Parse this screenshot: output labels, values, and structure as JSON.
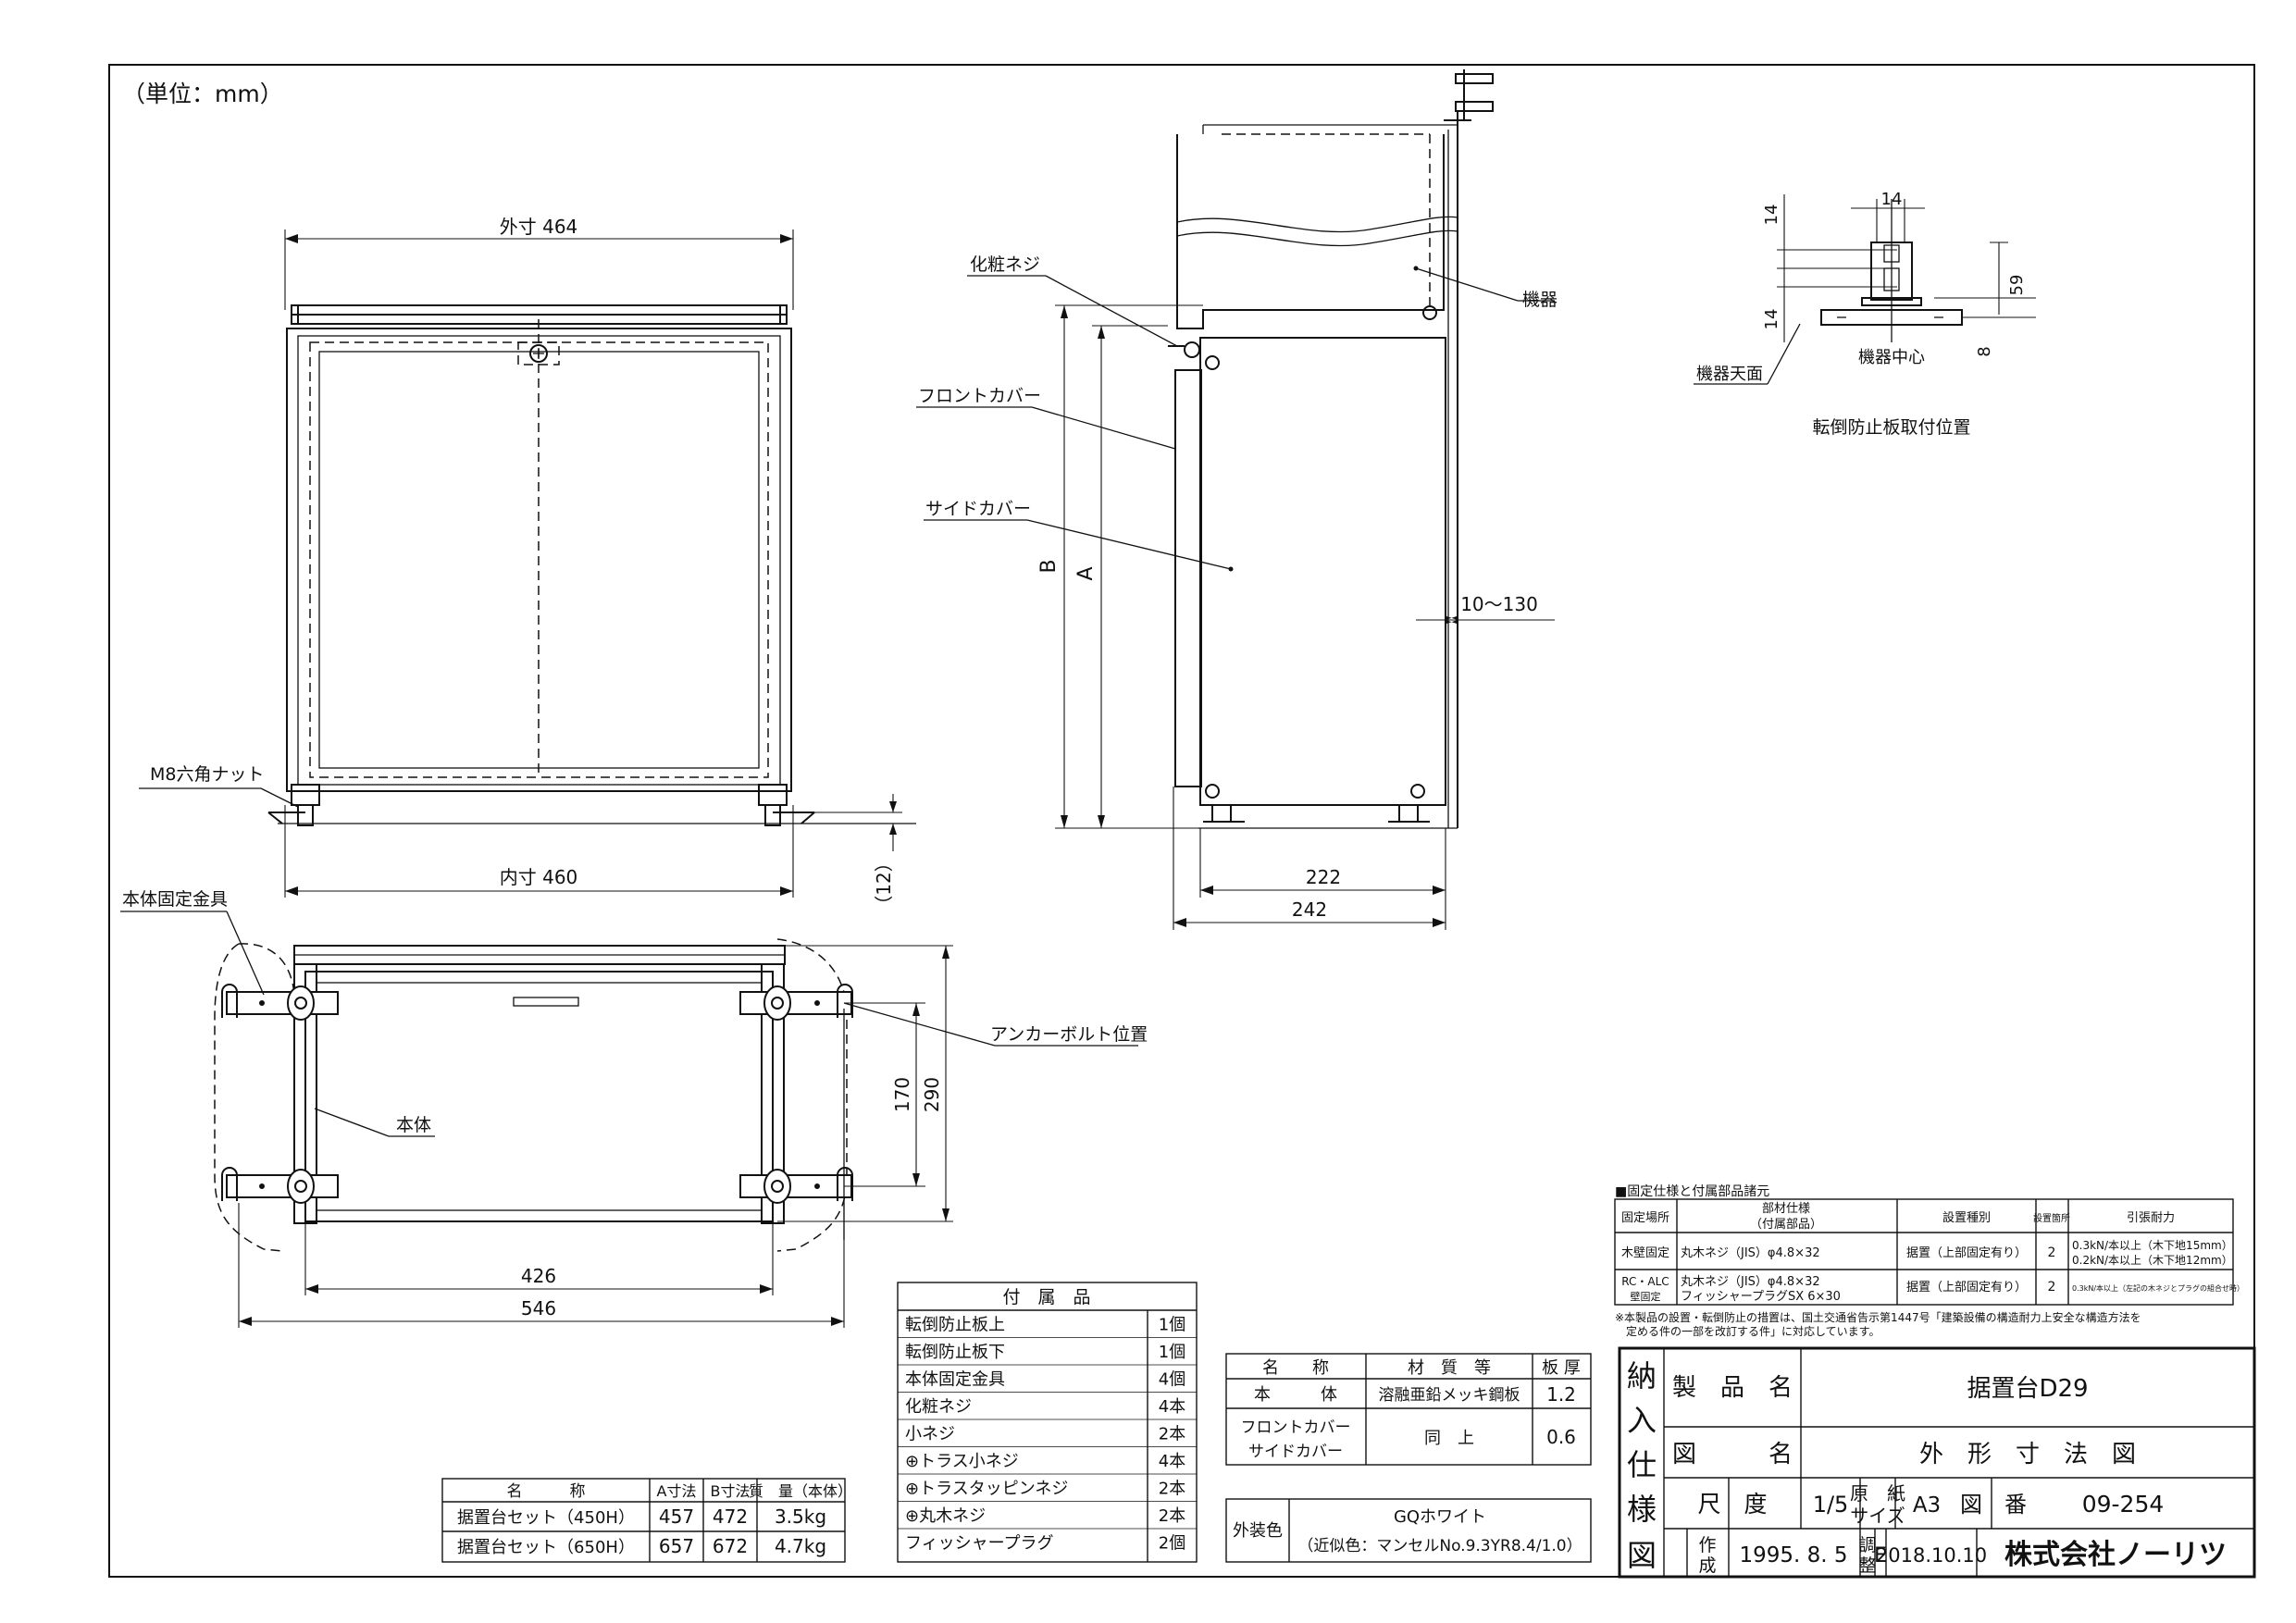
{
  "unit_note": "（単位：mm）",
  "front_view": {
    "outer_dim": "外寸 464",
    "inner_dim": "内寸 460",
    "nut_label": "M8六角ナット",
    "dim_12": "（12）"
  },
  "side_view": {
    "screw_label": "化粧ネジ",
    "device_label": "機器",
    "front_cover_label": "フロントカバー",
    "side_cover_label": "サイドカバー",
    "dim_B": "B",
    "dim_A": "A",
    "dim_gap": "10～130",
    "dim_222": "222",
    "dim_242": "242"
  },
  "top_view": {
    "bracket_label": "本体固定金具",
    "anchor_label": "アンカーボルト位置",
    "body_label": "本体",
    "dim_170": "170",
    "dim_290": "290",
    "dim_426": "426",
    "dim_546": "546"
  },
  "detail": {
    "dim_14_top": "14",
    "dim_14_left": "14",
    "dim_14_bottom": "14",
    "dim_59": "59",
    "dim_8": "8",
    "center_label": "機器中心",
    "top_surface_label": "機器天面",
    "caption": "転倒防止板取付位置"
  },
  "fixing_table": {
    "title": "■固定仕様と付属部品諸元",
    "headers": [
      "固定場所",
      "部材仕様",
      "（付属部品）",
      "設置種別",
      "設置箇所",
      "引張耐力"
    ],
    "rows": [
      {
        "place": "木壁固定",
        "spec": "丸木ネジ（JIS）φ4.8×32",
        "spec2": "",
        "type": "据置（上部固定有り）",
        "count": "2",
        "strength": "0.3kN/本以上（木下地15mm）",
        "strength2": "0.2kN/本以上（木下地12mm）"
      },
      {
        "place": "RC・ALC",
        "place2": "壁固定",
        "spec": "丸木ネジ（JIS）φ4.8×32",
        "spec2": "フィッシャープラグSX 6×30",
        "type": "据置（上部固定有り）",
        "count": "2",
        "strength": "0.3kN/本以上（左記の木ネジとプラグの組合せ時）",
        "strength2": ""
      }
    ],
    "note1": "※本製品の設置・転倒防止の措置は、国土交通省告示第1447号「建築設備の構造耐力上安全な構造方法を",
    "note2": "　定める件の一部を改訂する件」に対応しています。"
  },
  "accessories": {
    "title": "付　属　品",
    "items": [
      {
        "name": "転倒防止板上",
        "qty": "1個"
      },
      {
        "name": "転倒防止板下",
        "qty": "1個"
      },
      {
        "name": "本体固定金具",
        "qty": "4個"
      },
      {
        "name": "化粧ネジ",
        "qty": "4本"
      },
      {
        "name": "小ネジ",
        "qty": "2本"
      },
      {
        "name": "⊕トラス小ネジ",
        "qty": "4本"
      },
      {
        "name": "⊕トラスタッピンネジ",
        "qty": "2本"
      },
      {
        "name": "⊕丸木ネジ",
        "qty": "2本"
      },
      {
        "name": "フィッシャープラグ",
        "qty": "2個"
      }
    ]
  },
  "sets_table": {
    "headers": [
      "名　　　称",
      "A寸法",
      "B寸法",
      "質　量（本体）"
    ],
    "rows": [
      [
        "据置台セット（450H）",
        "457",
        "472",
        "3.5kg"
      ],
      [
        "据置台セット（650H）",
        "657",
        "672",
        "4.7kg"
      ]
    ]
  },
  "material_table": {
    "headers": [
      "名　　称",
      "材　質　等",
      "板 厚"
    ],
    "row1": {
      "name": "本　　　体",
      "material": "溶融亜鉛メッキ鋼板",
      "thickness": "1.2"
    },
    "row2": {
      "name": "フロントカバー",
      "name2": "サイドカバー",
      "material": "同　上",
      "thickness": "0.6"
    },
    "color_label": "外装色",
    "color_value": "GQホワイト",
    "color_note": "（近似色：マンセルNo.9.3YR8.4/1.0）"
  },
  "title_block": {
    "side_chars": [
      "納",
      "入",
      "仕",
      "様",
      "図"
    ],
    "product_label": "製　品　名",
    "product_name": "据置台D29",
    "drawing_label": "図　　　名",
    "drawing_name": "外　形　寸　法　図",
    "scale_label": "尺　度",
    "scale": "1/5",
    "paper_label1": "原　紙",
    "paper_label2": "サイズ",
    "paper_size": "A3",
    "number_label": "図　番",
    "number": "09-254",
    "created_label1": "作",
    "created_label2": "成",
    "created_date": "1995. 8. 5",
    "revised_label1": "調",
    "revised_label2": "整",
    "revision": "E",
    "revised_date": "2018.10.10",
    "company": "株式会社ノーリツ"
  }
}
